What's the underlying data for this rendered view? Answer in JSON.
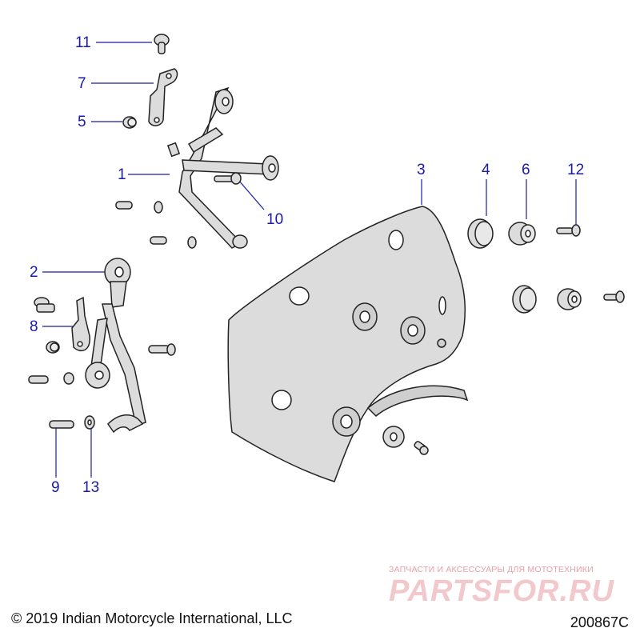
{
  "callouts": [
    "1",
    "2",
    "3",
    "4",
    "5",
    "6",
    "7",
    "8",
    "9",
    "10",
    "11",
    "12",
    "13"
  ],
  "copyright": "© 2019 Indian Motorcycle International, LLC",
  "diagram_code": "200867C",
  "watermark": {
    "tagline": "ЗАПЧАСТИ И АКСЕССУАРЫ ДЛЯ МОТОТЕХНИКИ",
    "logo": "PARTSFOR.RU"
  },
  "colors": {
    "callout": "#1a1aa6",
    "part_fill": "#d9d9d9",
    "outline": "#222222",
    "watermark": "#e8a0a8"
  }
}
